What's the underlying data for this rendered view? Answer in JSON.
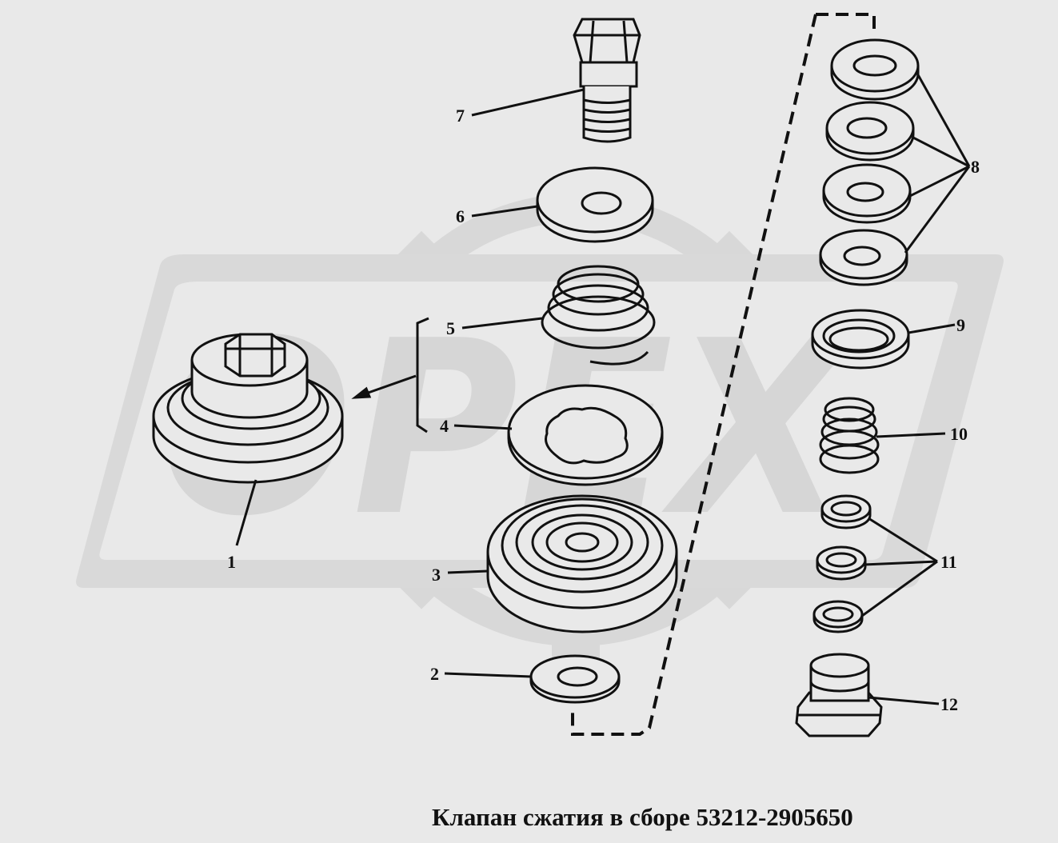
{
  "watermark": {
    "text": "OPEX"
  },
  "callouts": [
    {
      "id": "1",
      "label": "1"
    },
    {
      "id": "2",
      "label": "2"
    },
    {
      "id": "3",
      "label": "3"
    },
    {
      "id": "4",
      "label": "4"
    },
    {
      "id": "5",
      "label": "5"
    },
    {
      "id": "6",
      "label": "6"
    },
    {
      "id": "7",
      "label": "7"
    },
    {
      "id": "8",
      "label": "8"
    },
    {
      "id": "9",
      "label": "9"
    },
    {
      "id": "10",
      "label": "10"
    },
    {
      "id": "11",
      "label": "11"
    },
    {
      "id": "12",
      "label": "12"
    }
  ],
  "caption": "Клапан сжатия в сборе 53212-2905650",
  "colors": {
    "background": "#e9e9e9",
    "ink": "#111111",
    "watermark": "#d2d2d2",
    "part_fill": "#e9e9e9"
  }
}
